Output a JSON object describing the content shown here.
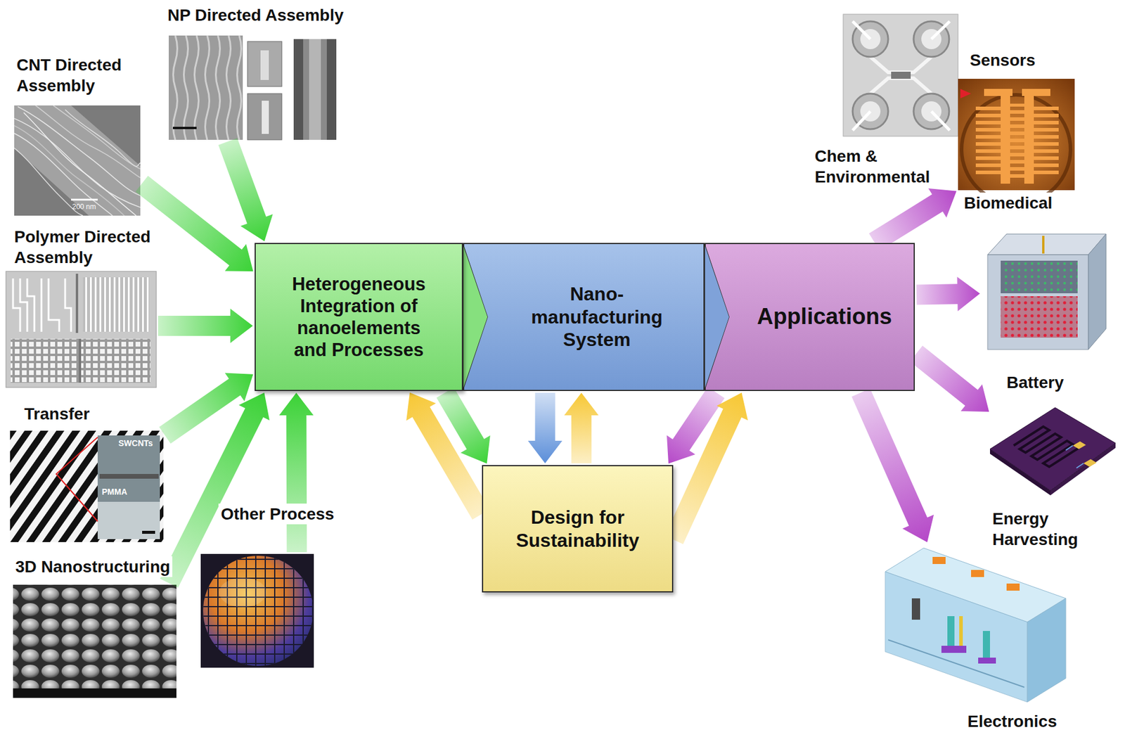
{
  "diagram": {
    "nodes": [
      {
        "text": [
          "CNT Directed Assembly"
        ]
      },
      {
        "text": [
          "NP Directed Assembly"
        ]
      },
      {
        "text": [
          "Polymer Directed Assembly"
        ]
      },
      {
        "text": [
          "Transfer"
        ]
      },
      {
        "text": [
          "3D Nanostructuring"
        ]
      },
      {
        "text": [
          "Other Process"
        ]
      },
      {
        "text": [
          "Heterogeneous Integration of nanoelements and Processes"
        ]
      },
      {
        "text": [
          "Nano- manufacturing System"
        ]
      },
      {
        "text": [
          "Applications"
        ]
      },
      {
        "text": [
          "Design for Sustainability"
        ]
      },
      {
        "text": [
          "Chem & Environmental"
        ]
      },
      {
        "text": [
          "Biomedical"
        ]
      },
      {
        "text": [
          "Battery"
        ]
      },
      {
        "text": [
          "Energy Harvesting"
        ]
      },
      {
        "text": [
          "Electronics"
        ]
      }
    ],
    "edges": [
      {
        "from": 0,
        "to": 6,
        "arrow": "to"
      },
      {
        "from": 1,
        "to": 6,
        "arrow": "to"
      },
      {
        "from": 2,
        "to": 6,
        "arrow": "to"
      },
      {
        "from": 3,
        "to": 6,
        "arrow": "to"
      },
      {
        "from": 4,
        "to": 6,
        "arrow": "to"
      },
      {
        "from": 5,
        "to": 6,
        "arrow": "to"
      },
      {
        "from": 6,
        "to": 7,
        "arrow": "to"
      },
      {
        "from": 7,
        "to": 8,
        "arrow": "to"
      },
      {
        "from": 6,
        "to": 9,
        "arrow": "to"
      },
      {
        "from": 9,
        "to": 6,
        "arrow": "to"
      },
      {
        "from": 7,
        "to": 9,
        "arrow": "to"
      },
      {
        "from": 9,
        "to": 7,
        "arrow": "to"
      },
      {
        "from": 8,
        "to": 9,
        "arrow": "to"
      },
      {
        "from": 9,
        "to": 8,
        "arrow": "to"
      },
      {
        "from": 8,
        "to": 11,
        "arrow": "to"
      },
      {
        "from": 8,
        "to": 12,
        "arrow": "to"
      },
      {
        "from": 8,
        "to": 13,
        "arrow": "to"
      },
      {
        "from": 8,
        "to": 14,
        "arrow": "to"
      }
    ],
    "labels": [
      "Sensors",
      "200 nm",
      "SWCNTs",
      "PMMA"
    ]
  }
}
